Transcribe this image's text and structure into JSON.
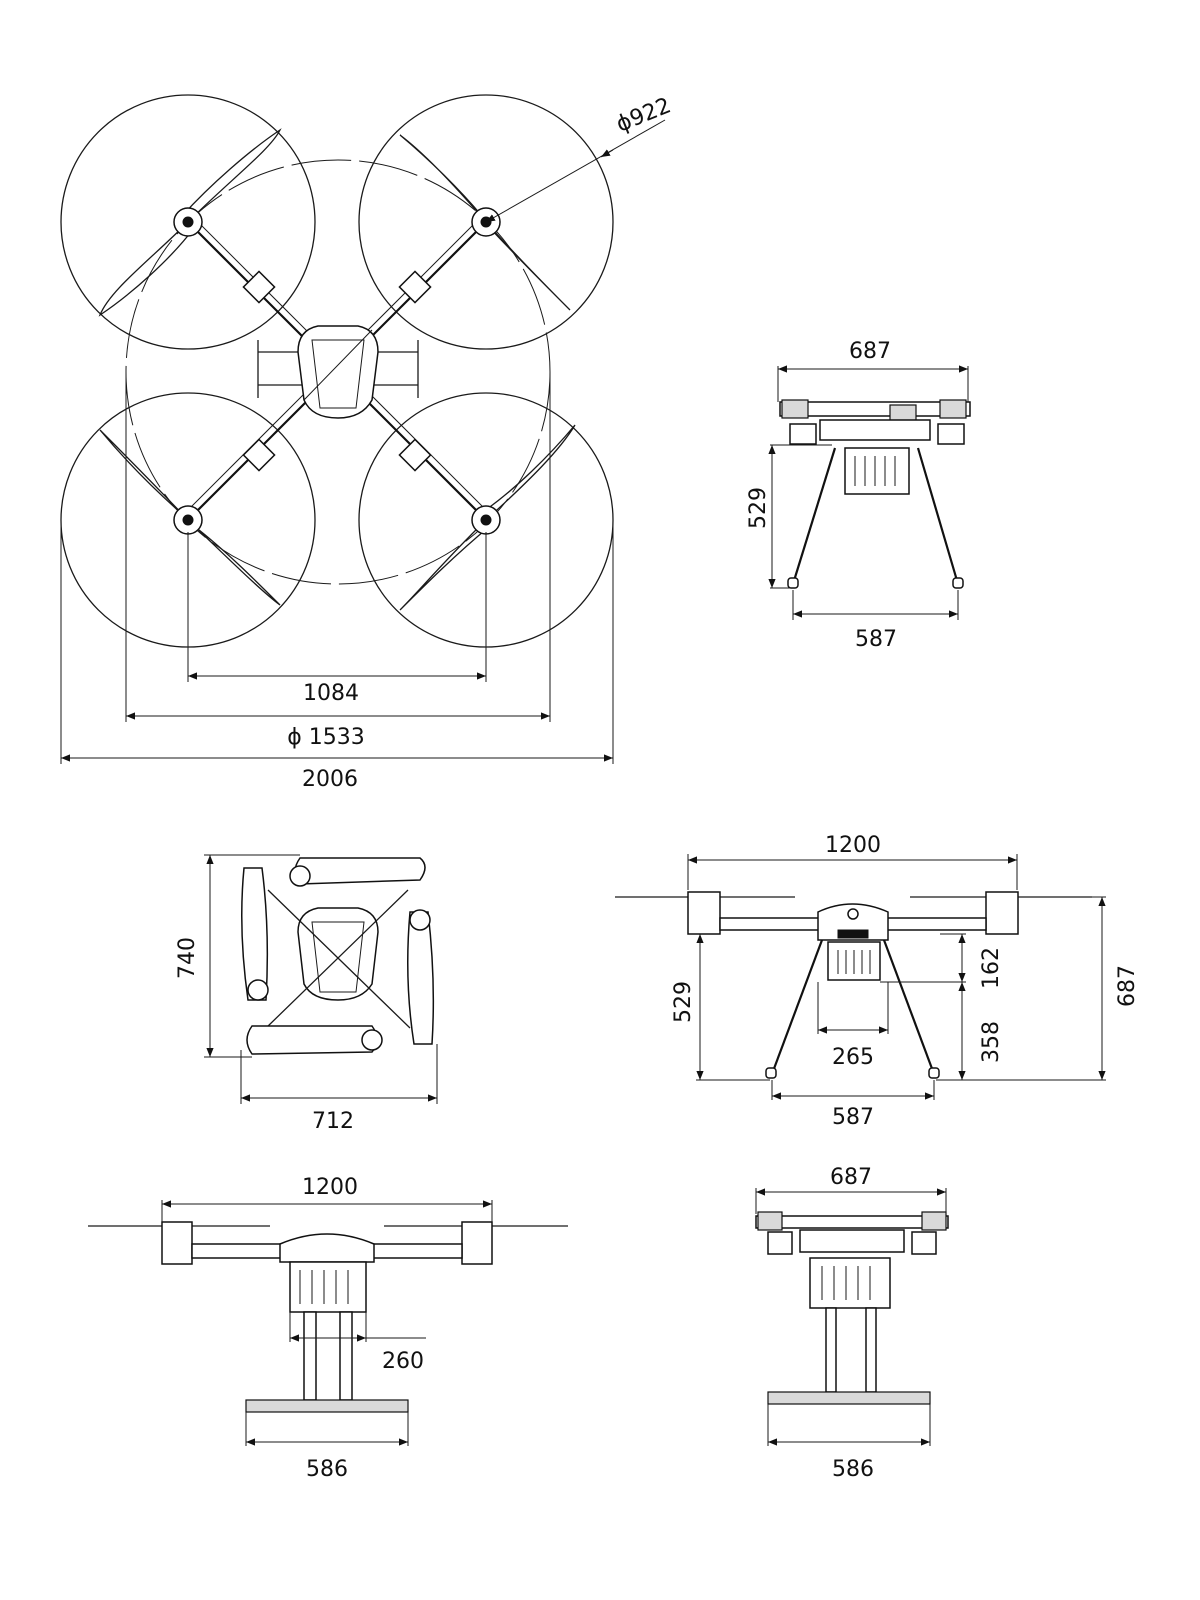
{
  "top_view": {
    "rotor_diameter": "922",
    "motor_spacing": "1084",
    "frame_diameter": "1533",
    "overall_span": "2006"
  },
  "side_view_small": {
    "top_width": "687",
    "height": "529",
    "leg_span": "587"
  },
  "folded_view": {
    "height": "740",
    "width": "712"
  },
  "front_view": {
    "width": "1200",
    "height_total": "529",
    "body_height": "162",
    "leg_height": "358",
    "overall_height": "687",
    "battery_width": "265",
    "leg_span": "587"
  },
  "front_view_alt": {
    "width": "1200",
    "payload_height": "260",
    "skid_width": "586"
  },
  "side_view_alt": {
    "top_width": "687",
    "skid_width": "586"
  },
  "symbols": {
    "diameter_symbol": "ϕ"
  }
}
